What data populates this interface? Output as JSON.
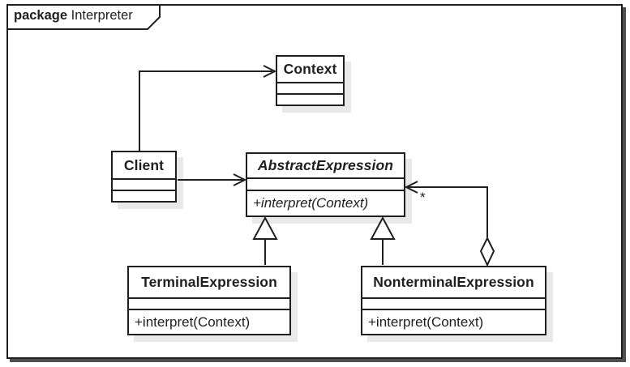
{
  "package_label": {
    "keyword": "package",
    "name": "Interpreter"
  },
  "classes": {
    "context": {
      "title": "Context"
    },
    "client": {
      "title": "Client"
    },
    "abstract_expression": {
      "title": "AbstractExpression",
      "method": "+interpret(Context)"
    },
    "terminal_expression": {
      "title": "TerminalExpression",
      "method": "+interpret(Context)"
    },
    "nonterminal_expression": {
      "title": "NonterminalExpression",
      "method": "+interpret(Context)"
    }
  },
  "relationships": {
    "client_to_context": {
      "type": "association",
      "from": "Client",
      "to": "Context"
    },
    "client_to_abstract": {
      "type": "association",
      "from": "Client",
      "to": "AbstractExpression"
    },
    "terminal_generalization": {
      "type": "generalization",
      "from": "TerminalExpression",
      "to": "AbstractExpression"
    },
    "nonterminal_generalization": {
      "type": "generalization",
      "from": "NonterminalExpression",
      "to": "AbstractExpression"
    },
    "aggregation": {
      "type": "aggregation",
      "from": "NonterminalExpression",
      "to": "AbstractExpression",
      "multiplicity": "*"
    }
  },
  "colors": {
    "line": "#1f1f1f",
    "box_fill": "#ffffff",
    "box_shadow": "#e9e9e9",
    "frame_shadow": "#4f4f4f",
    "background": "#ffffff"
  }
}
